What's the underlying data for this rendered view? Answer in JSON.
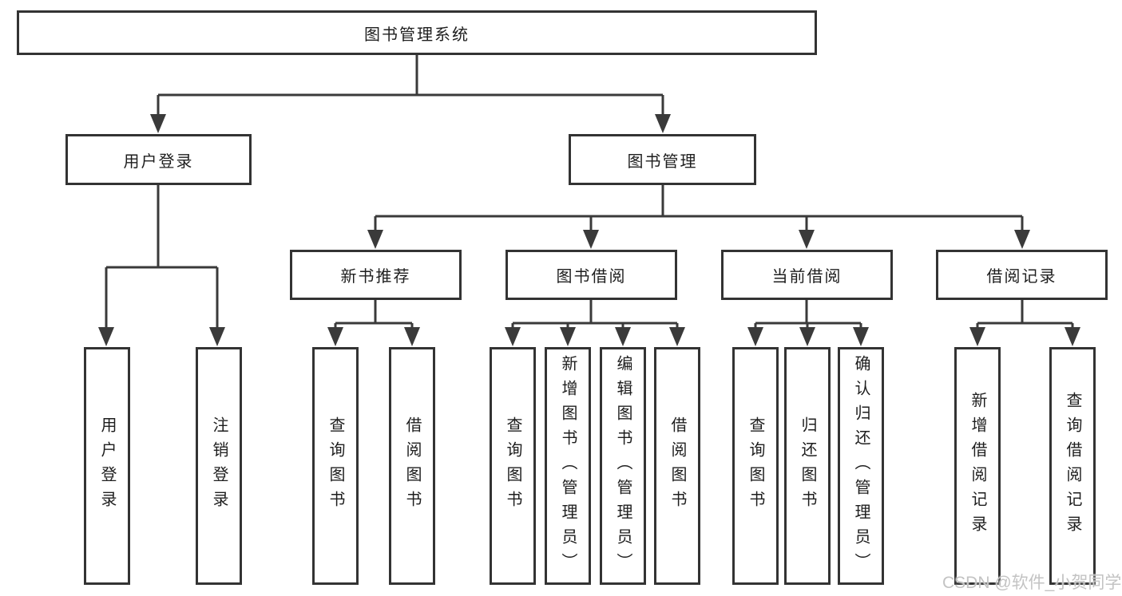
{
  "diagram": {
    "root": "图书管理系统",
    "login_branch": {
      "label": "用户登录",
      "children": [
        "用户登录",
        "注销登录"
      ]
    },
    "mgmt_branch": {
      "label": "图书管理",
      "sections": [
        {
          "label": "新书推荐",
          "children": [
            "查询图书",
            "借阅图书"
          ]
        },
        {
          "label": "图书借阅",
          "children": [
            "查询图书",
            "新增图书（管理员）",
            "编辑图书（管理员）",
            "借阅图书"
          ]
        },
        {
          "label": "当前借阅",
          "children": [
            "查询图书",
            "归还图书",
            "确认归还（管理员）"
          ]
        },
        {
          "label": "借阅记录",
          "children": [
            "新增借阅记录",
            "查询借阅记录"
          ]
        }
      ]
    }
  },
  "watermark": "CSDN @软件_小贺同学",
  "colors": {
    "line": "#3a3a3a",
    "border": "#333333",
    "text": "#1e1e1e",
    "watermark": "#c3c3c3",
    "background": "#ffffff"
  }
}
